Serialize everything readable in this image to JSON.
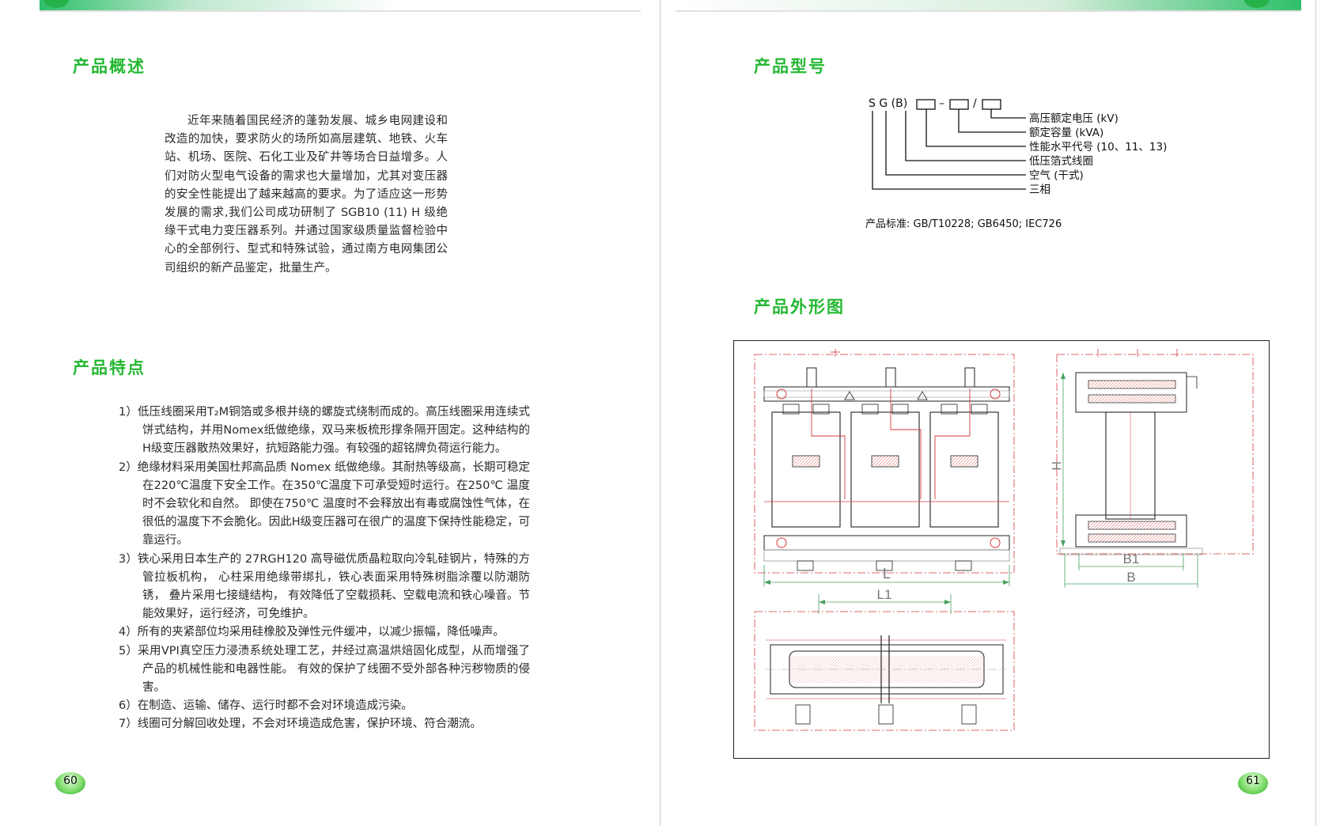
{
  "left_page": {
    "overview_heading": "产品概述",
    "overview_text": "近年来随着国民经济的蓬勃发展、城乡电网建设和改造的加快，要求防火的场所如高层建筑、地铁、火车站、机场、医院、石化工业及矿井等场合日益增多。人们对防火型电气设备的需求也大量增加，尤其对变压器的安全性能提出了越来越高的要求。为了适应这一形势发展的需求,我们公司成功研制了 SGB10 (11) H 级绝缘干式电力变压器系列。并通过国家级质量监督检验中心的全部例行、型式和特殊试验，通过南方电网集团公司组织的新产品鉴定，批量生产。",
    "features_heading": "产品特点",
    "features": [
      "1）低压线圈采用T₂M铜箔或多根并绕的螺旋式绕制而成的。高压线圈采用连续式饼式结构，并用Nomex纸做绝缘，双马来板梳形撑条隔开固定。这种结构的H级变压器散热效果好，抗短路能力强。有较强的超铭牌负荷运行能力。",
      "2）绝缘材料采用美国杜邦高品质 Nomex 纸做绝缘。其耐热等级高，长期可稳定在220℃温度下安全工作。在350℃温度下可承受短时运行。在250℃ 温度时不会软化和自然。 即使在750℃ 温度时不会释放出有毒或腐蚀性气体，在很低的温度下不会脆化。因此H级变压器可在很广的温度下保持性能稳定，可靠运行。",
      "3）铁心采用日本生产的 27RGH120 高导磁优质晶粒取向冷轧硅钢片，特殊的方管拉板机构， 心柱采用绝缘带绑扎，铁心表面采用特殊树脂涂覆以防潮防锈， 叠片采用七接缝结构， 有效降低了空载损耗、空载电流和铁心噪音。节能效果好，运行经济，可免维护。",
      "4）所有的夹紧部位均采用硅橡胶及弹性元件缓冲，以减少振幅，降低噪声。",
      "5）采用VPI真空压力浸渍系统处理工艺，并经过高温烘焙固化成型，从而增强了产品的机械性能和电器性能。 有效的保护了线圈不受外部各种污秽物质的侵害。",
      "6）在制造、运输、储存、运行时都不会对环境造成污染。",
      "7）线圈可分解回收处理，不会对环境造成危害，保护环境、符合潮流。"
    ],
    "page_number": "60"
  },
  "right_page": {
    "model_heading": "产品型号",
    "model_code": "S G (B)",
    "model_separators": [
      "–",
      "/"
    ],
    "model_labels": [
      "高压额定电压 (kV)",
      "额定容量 (kVA)",
      "性能水平代号 (10、11、13)",
      "低压箔式线圈",
      "空气 (干式)",
      "三相"
    ],
    "standard": "产品标准: GB/T10228;  GB6450;  IEC726",
    "outline_heading": "产品外形图",
    "dimension_labels": {
      "L": "L",
      "H": "H",
      "B1": "B1",
      "B": "B",
      "L1": "L1"
    },
    "page_number": "61"
  },
  "colors": {
    "heading_green": "#25b833",
    "drawing_red": "#d43a3a",
    "drawing_black": "#222222",
    "drawing_gray": "#9a9a9a"
  }
}
